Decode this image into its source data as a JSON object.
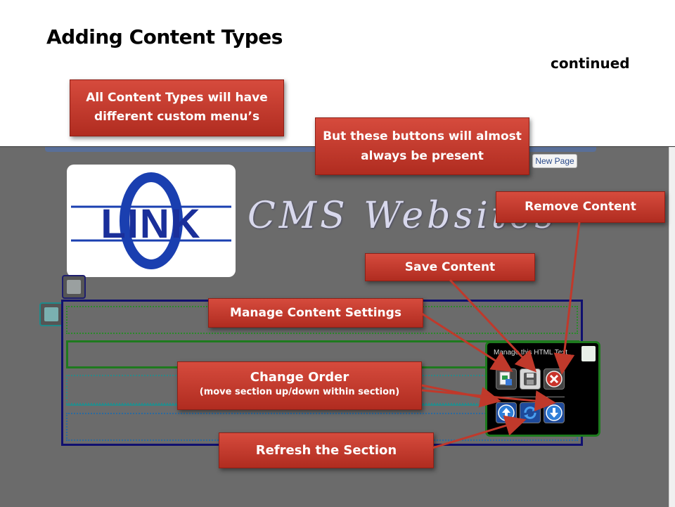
{
  "slide": {
    "title": "Adding Content Types",
    "continued": "continued"
  },
  "callouts": {
    "content_types_note": "All Content Types will have different custom menu’s",
    "buttons_note": "But these buttons will almost always be present",
    "remove": "Remove Content",
    "save": "Save Content",
    "settings": "Manage Content Settings",
    "order_title": "Change Order",
    "order_sub": "(move section up/down within section)",
    "refresh": "Refresh the Section"
  },
  "site": {
    "new_page_button": "New Page",
    "logo_text": "LINK",
    "logo_letter": "O",
    "header_text": "CMS Websites"
  },
  "panel": {
    "title": "Manage this HTML Text"
  },
  "colors": {
    "callout": "#c0392b",
    "frame_navy": "#101070",
    "frame_green": "#1e7a1e",
    "screen_bg": "#6b6b6b"
  },
  "icons": [
    "settings-icon",
    "save-icon",
    "remove-icon",
    "move-up-icon",
    "refresh-icon",
    "move-down-icon",
    "edit-icon"
  ]
}
